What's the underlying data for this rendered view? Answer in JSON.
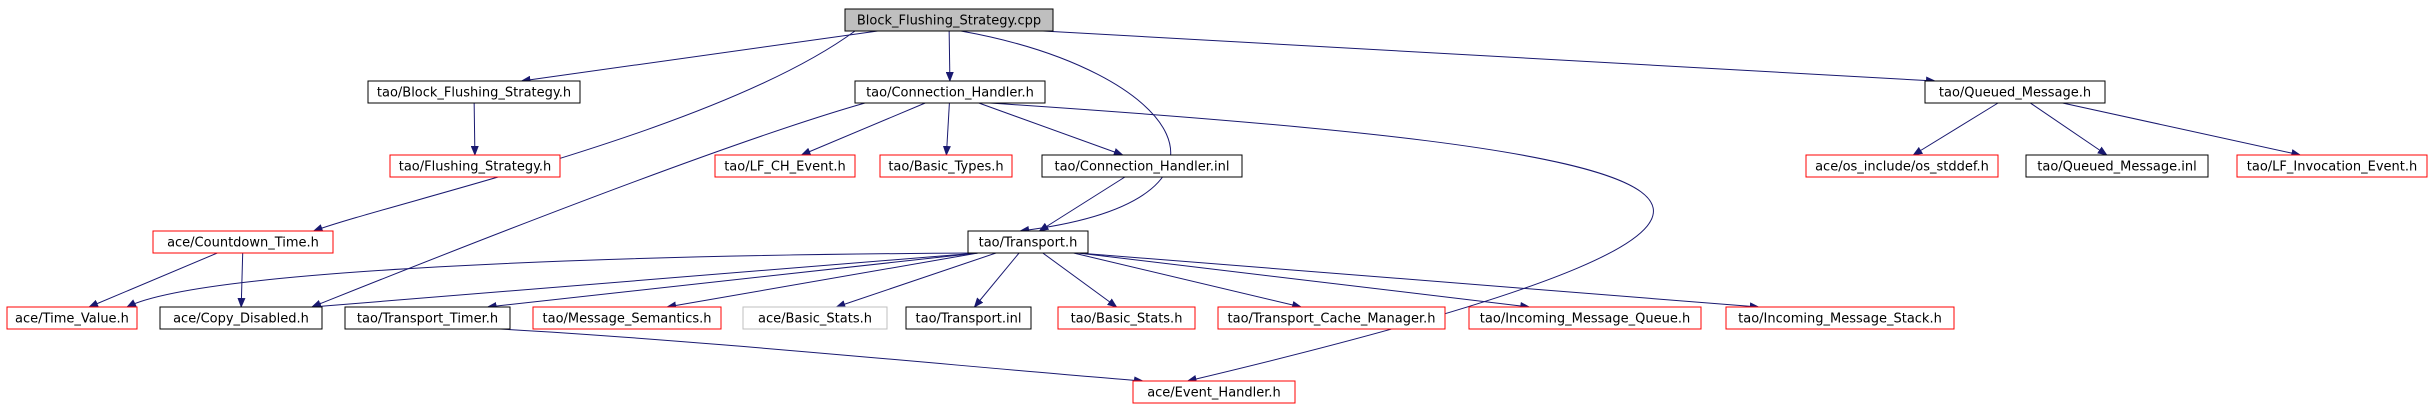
{
  "nodes": [
    {
      "id": "root",
      "label": "Block_Flushing_Strategy.cpp",
      "style": "root"
    },
    {
      "id": "tbfs",
      "label": "tao/Block_Flushing_Strategy.h",
      "style": "black"
    },
    {
      "id": "tfs",
      "label": "tao/Flushing_Strategy.h",
      "style": "red"
    },
    {
      "id": "tch",
      "label": "tao/Connection_Handler.h",
      "style": "black"
    },
    {
      "id": "tlf",
      "label": "tao/LF_CH_Event.h",
      "style": "red"
    },
    {
      "id": "tbt",
      "label": "tao/Basic_Types.h",
      "style": "red"
    },
    {
      "id": "tchi",
      "label": "tao/Connection_Handler.inl",
      "style": "black"
    },
    {
      "id": "tqm",
      "label": "tao/Queued_Message.h",
      "style": "black"
    },
    {
      "id": "aos",
      "label": "ace/os_include/os_stddef.h",
      "style": "red"
    },
    {
      "id": "tqmi",
      "label": "tao/Queued_Message.inl",
      "style": "black"
    },
    {
      "id": "tlie",
      "label": "tao/LF_Invocation_Event.h",
      "style": "red"
    },
    {
      "id": "act",
      "label": "ace/Countdown_Time.h",
      "style": "red"
    },
    {
      "id": "tt",
      "label": "tao/Transport.h",
      "style": "black"
    },
    {
      "id": "atv",
      "label": "ace/Time_Value.h",
      "style": "red"
    },
    {
      "id": "acd",
      "label": "ace/Copy_Disabled.h",
      "style": "black"
    },
    {
      "id": "ttt",
      "label": "tao/Transport_Timer.h",
      "style": "black"
    },
    {
      "id": "tms",
      "label": "tao/Message_Semantics.h",
      "style": "red"
    },
    {
      "id": "abs",
      "label": "ace/Basic_Stats.h",
      "style": "gray"
    },
    {
      "id": "tti",
      "label": "tao/Transport.inl",
      "style": "black"
    },
    {
      "id": "tbs",
      "label": "tao/Basic_Stats.h",
      "style": "red"
    },
    {
      "id": "ttcm",
      "label": "tao/Transport_Cache_Manager.h",
      "style": "red"
    },
    {
      "id": "timq",
      "label": "tao/Incoming_Message_Queue.h",
      "style": "red"
    },
    {
      "id": "tims",
      "label": "tao/Incoming_Message_Stack.h",
      "style": "red"
    },
    {
      "id": "aeh",
      "label": "ace/Event_Handler.h",
      "style": "red"
    }
  ],
  "colors": {
    "edge": "#191970",
    "root_fill": "#bfbfbf",
    "black_border": "#000000",
    "red_border": "#ff0000",
    "gray_border": "#bfbfbf",
    "text": "#000000"
  }
}
